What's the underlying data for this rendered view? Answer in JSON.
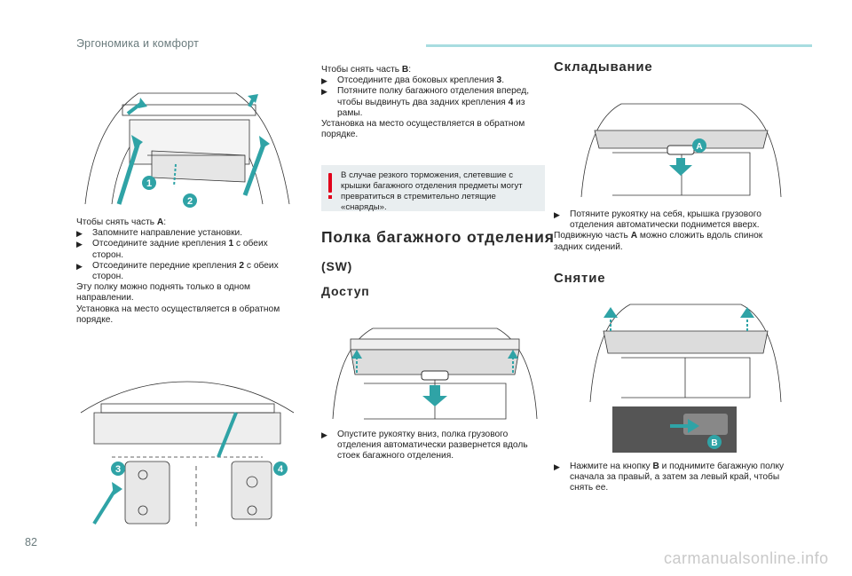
{
  "header": {
    "section": "Эргономика и комфорт"
  },
  "page_number": "82",
  "watermark": "carmanualsonline.info",
  "col1": {
    "intro": "Чтобы снять часть ",
    "part": "A",
    "colon": ":",
    "b1": "Запомните направление установки.",
    "b2_pre": "Отсоедините задние крепления ",
    "b2_num": "1",
    "b2_post": " с обеих сторон.",
    "b3_pre": "Отсоедините передние крепления ",
    "b3_num": "2",
    "b3_post": " с обеих сторон.",
    "p1": "Эту полку можно поднять только в одном направлении.",
    "p2": "Установка на место осуществляется в обратном порядке.",
    "callouts": [
      "1",
      "2",
      "3",
      "4"
    ]
  },
  "col2": {
    "intro": "Чтобы снять часть ",
    "part": "B",
    "colon": ":",
    "b1_pre": "Отсоедините два боковых крепления ",
    "b1_num": "3",
    "b1_post": ".",
    "b2_pre": "Потяните полку багажного отделения вперед, чтобы выдвинуть два задних крепления ",
    "b2_num": "4",
    "b2_post": " из рамы.",
    "p1": "Установка на место осуществляется в обратном порядке.",
    "warning": "В случае резкого торможения, слетевшие с крышки багажного отделения предметы могут превратиться в стремительно летящие «снаряды».",
    "title": "Полка багажного отделения",
    "subtitle": "(SW)",
    "access": "Доступ",
    "b3": "Опустите рукоятку вниз, полка грузового отделения автоматически развернется вдоль стоек багажного отделения."
  },
  "col3": {
    "folding": "Складывание",
    "b1": "Потяните рукоятку на себя, крышка грузового отделения автоматически поднимется вверх.",
    "p1_pre": "Подвижную часть ",
    "p1_part": "A",
    "p1_post": " можно сложить вдоль спинок задних сидений.",
    "removal": "Снятие",
    "b2_pre": "Нажмите на кнопку ",
    "b2_part": "B",
    "b2_post": " и поднимите багажную полку сначала за правый, а затем за левый край, чтобы снять ее.",
    "callouts": [
      "A",
      "B"
    ]
  },
  "bullet_mark": "",
  "colors": {
    "teal": "#35a9ad",
    "accent_line": "#a8dde0",
    "warning_red": "#e1001a"
  }
}
